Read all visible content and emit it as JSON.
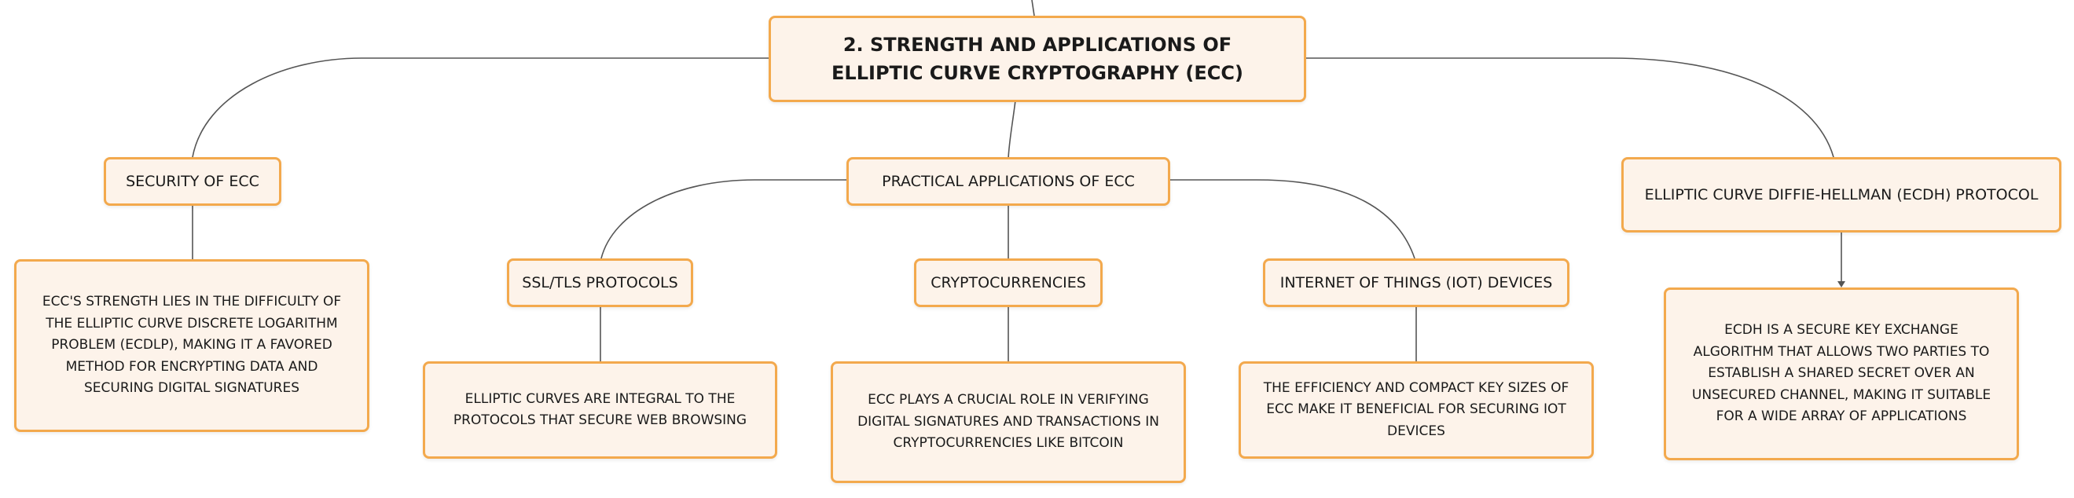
{
  "root": {
    "title": "2. STRENGTH AND APPLICATIONS OF ELLIPTIC CURVE CRYPTOGRAPHY (ECC)"
  },
  "security": {
    "title": "SECURITY OF ECC",
    "desc": "ECC'S STRENGTH LIES IN THE DIFFICULTY OF THE ELLIPTIC CURVE DISCRETE LOGARITHM PROBLEM (ECDLP), MAKING IT A FAVORED METHOD FOR ENCRYPTING DATA AND SECURING DIGITAL SIGNATURES"
  },
  "applications": {
    "title": "PRACTICAL APPLICATIONS OF ECC",
    "ssl": {
      "title": "SSL/TLS PROTOCOLS",
      "desc": "ELLIPTIC CURVES ARE INTEGRAL TO THE PROTOCOLS THAT SECURE WEB BROWSING"
    },
    "crypto": {
      "title": "CRYPTOCURRENCIES",
      "desc": "ECC PLAYS A CRUCIAL ROLE IN VERIFYING DIGITAL SIGNATURES AND TRANSACTIONS IN CRYPTOCURRENCIES LIKE BITCOIN"
    },
    "iot": {
      "title": "INTERNET OF THINGS (IOT) DEVICES",
      "desc": "THE EFFICIENCY AND COMPACT KEY SIZES OF ECC MAKE IT BENEFICIAL FOR SECURING IOT DEVICES"
    }
  },
  "ecdh": {
    "title": "ELLIPTIC CURVE DIFFIE-HELLMAN (ECDH) PROTOCOL",
    "desc": "ECDH IS A SECURE KEY EXCHANGE ALGORITHM THAT ALLOWS TWO PARTIES TO ESTABLISH A SHARED SECRET OVER AN UNSECURED CHANNEL, MAKING IT SUITABLE FOR A WIDE ARRAY OF APPLICATIONS"
  }
}
